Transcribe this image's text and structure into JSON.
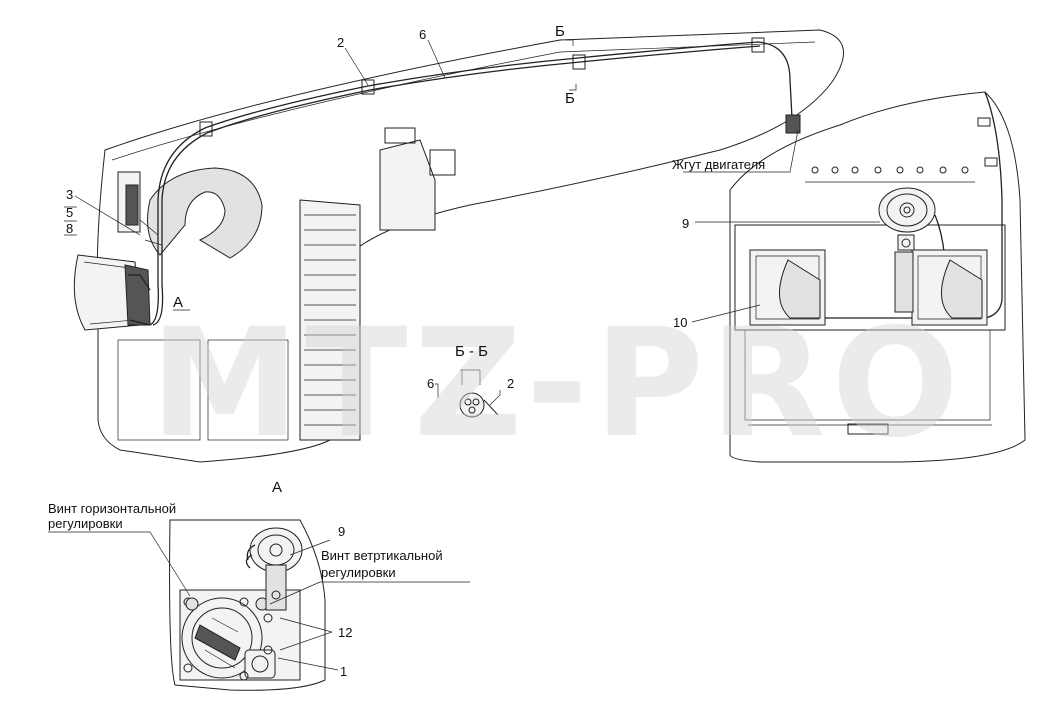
{
  "watermark": "MTZ-PRO",
  "callouts": {
    "c2_top": "2",
    "c6_top": "6",
    "b_top": "Б",
    "b_under": "Б",
    "engine_harness": "Жгут двигателя",
    "c3": "3",
    "c5": "5",
    "c8": "8",
    "a_mark": "А",
    "c9_right": "9",
    "c10": "10",
    "section": "Б - Б",
    "sec6": "6",
    "sec2": "2",
    "view_a": "А"
  },
  "detail_a": {
    "horiz_screw_line1": "Винт горизонтальной",
    "horiz_screw_line2": "регулировки",
    "vert_screw_line1": "Винт ветртикальной",
    "vert_screw_line2": "регулировки",
    "c9": "9",
    "c12": "12",
    "c1": "1"
  }
}
